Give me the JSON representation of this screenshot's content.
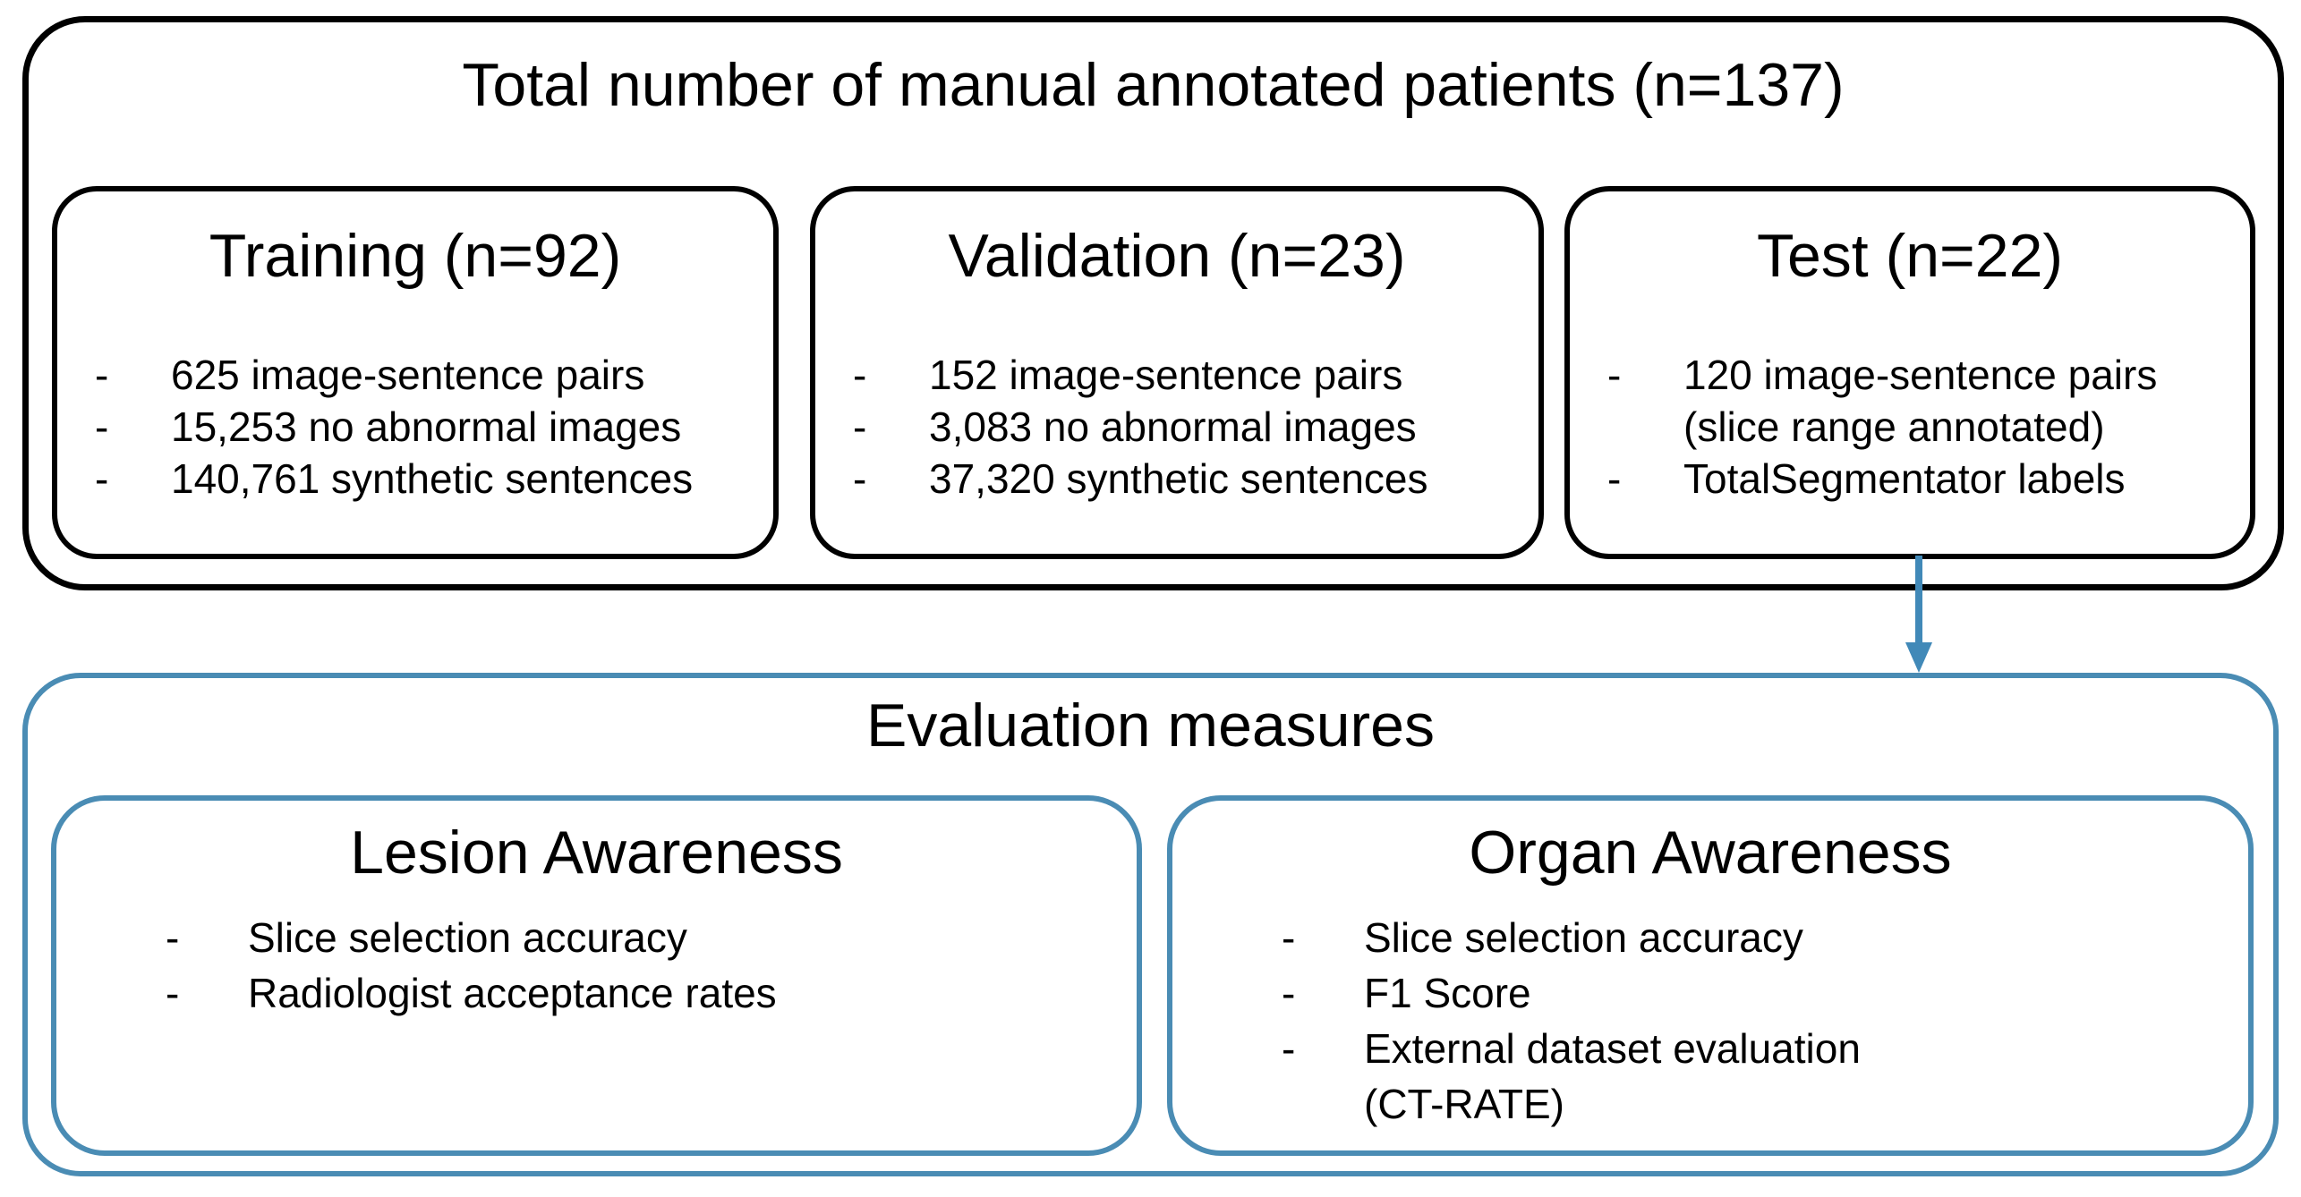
{
  "diagram": {
    "top_section": {
      "title": "Total number of manual annotated patients (n=137)",
      "boxes": [
        {
          "title": "Training (n=92)",
          "items": [
            {
              "marker": "-",
              "text": "625 image-sentence pairs"
            },
            {
              "marker": "-",
              "text": "15,253 no abnormal images"
            },
            {
              "marker": "-",
              "text": "140,761 synthetic sentences"
            }
          ]
        },
        {
          "title": "Validation (n=23)",
          "items": [
            {
              "marker": "-",
              "text": "152 image-sentence pairs"
            },
            {
              "marker": "-",
              "text": "3,083 no abnormal images"
            },
            {
              "marker": "-",
              "text": "37,320 synthetic sentences"
            }
          ]
        },
        {
          "title": "Test (n=22)",
          "items": [
            {
              "marker": "-",
              "text": "120 image-sentence pairs"
            },
            {
              "marker": "",
              "text": "(slice range annotated)"
            },
            {
              "marker": "-",
              "text": "TotalSegmentator labels"
            }
          ]
        }
      ]
    },
    "arrow": {
      "direction": "down",
      "color": "#4189b8"
    },
    "bottom_section": {
      "title": "Evaluation measures",
      "boxes": [
        {
          "title": "Lesion Awareness",
          "items": [
            {
              "marker": "-",
              "text": "Slice selection accuracy"
            },
            {
              "marker": "-",
              "text": "Radiologist acceptance rates"
            }
          ]
        },
        {
          "title": "Organ Awareness",
          "items": [
            {
              "marker": "-",
              "text": "Slice selection accuracy"
            },
            {
              "marker": "-",
              "text": "F1 Score"
            },
            {
              "marker": "-",
              "text": "External dataset evaluation"
            },
            {
              "marker": "",
              "text": "(CT-RATE)"
            }
          ]
        }
      ]
    },
    "colors": {
      "black_border": "#000000",
      "blue_border": "#4a8cb4",
      "text": "#000000",
      "background": "#ffffff"
    }
  }
}
